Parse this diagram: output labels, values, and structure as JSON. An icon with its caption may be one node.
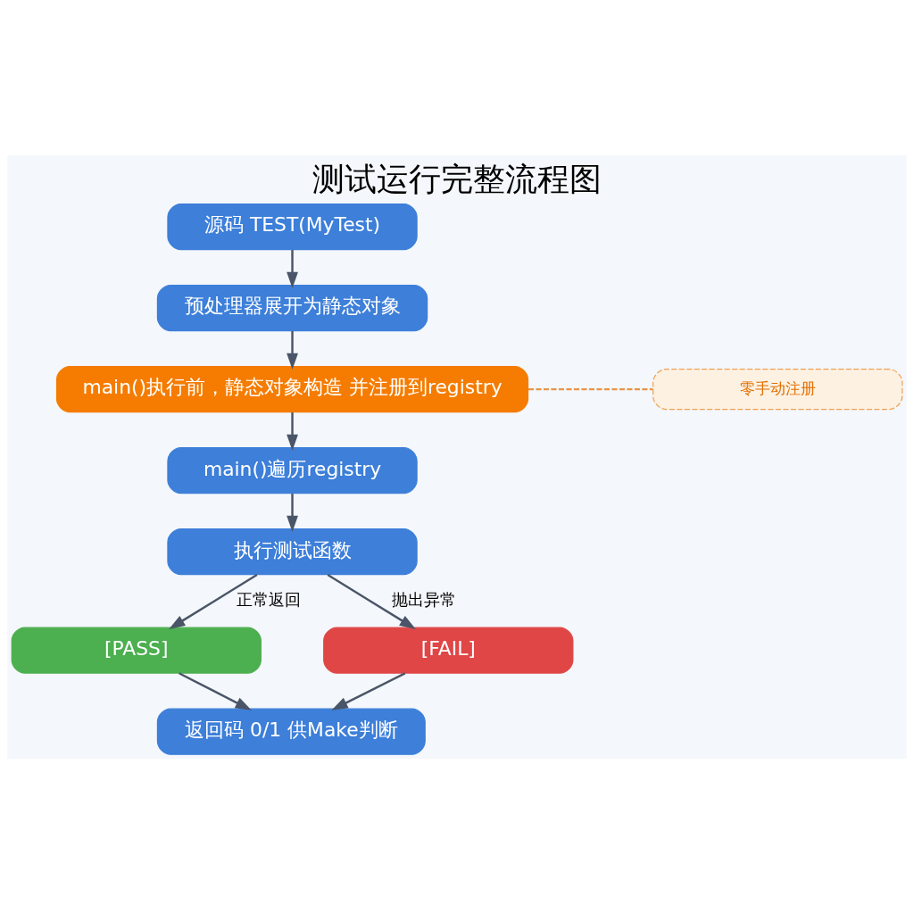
{
  "diagram": {
    "title": "测试运行完整流程图",
    "nodes": [
      {
        "text": [
          "源码 TEST(MyTest)"
        ]
      },
      {
        "text": [
          "预处理器展开为静态对象"
        ]
      },
      {
        "text": [
          "main()执行前，静态对象构造 并注册到registry"
        ]
      },
      {
        "text": [
          "main()遍历registry"
        ]
      },
      {
        "text": [
          "执行测试函数"
        ]
      },
      {
        "text": [
          "[PASS]"
        ]
      },
      {
        "text": [
          "[FAIL]"
        ]
      },
      {
        "text": [
          "返回码 0/1 供Make判断"
        ]
      },
      {
        "text": [
          "零手动注册"
        ]
      }
    ],
    "edges": [
      {
        "from": 0,
        "to": 1,
        "arrow": "to"
      },
      {
        "from": 1,
        "to": 2,
        "arrow": "to"
      },
      {
        "from": 2,
        "to": 3,
        "arrow": "to"
      },
      {
        "from": 3,
        "to": 4,
        "arrow": "to"
      },
      {
        "from": 4,
        "to": 5,
        "arrow": "to",
        "label": "正常返回"
      },
      {
        "from": 4,
        "to": 6,
        "arrow": "to",
        "label": "抛出异常"
      },
      {
        "from": 5,
        "to": 7,
        "arrow": "to"
      },
      {
        "from": 6,
        "to": 7,
        "arrow": "to"
      },
      {
        "from": 2,
        "to": 8,
        "arrow": "none",
        "style": "dashed",
        "color": "#e8954a"
      }
    ]
  }
}
